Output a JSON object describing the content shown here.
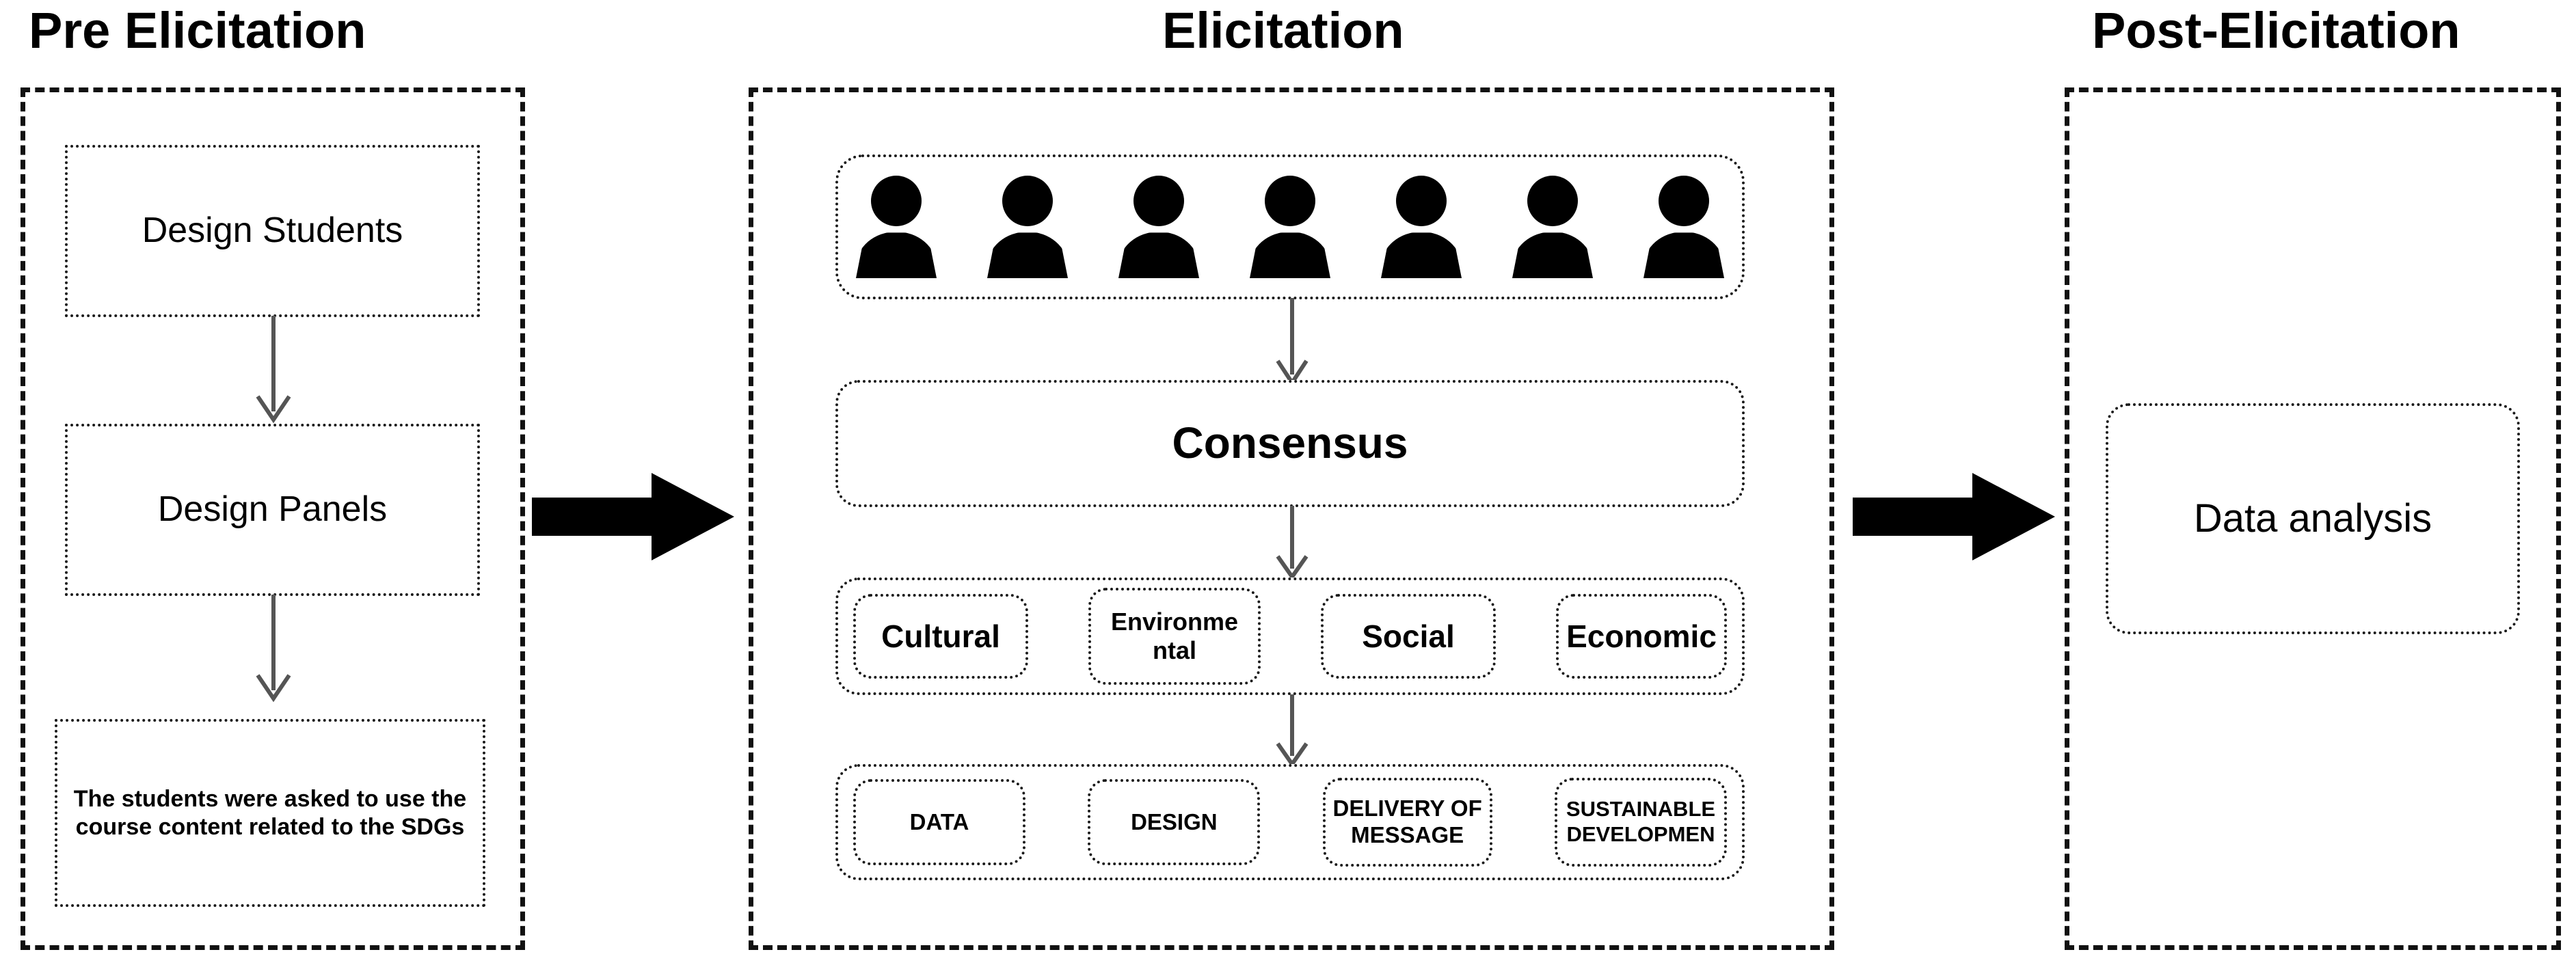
{
  "stages": [
    {
      "id": "pre-elicitation",
      "title": "Pre Elicitation",
      "boxes": [
        {
          "id": "design-students",
          "label": "Design Students"
        },
        {
          "id": "design-panels",
          "label": "Design Panels"
        },
        {
          "id": "course-content-note",
          "label": "The students were asked to use the course content related to the SDGs"
        }
      ]
    },
    {
      "id": "elicitation",
      "title": "Elicitation",
      "people": {
        "icon": "person-icon",
        "count": 7
      },
      "consensus": {
        "id": "consensus",
        "label": "Consensus"
      },
      "pillars": [
        {
          "id": "cultural",
          "label": "Cultural"
        },
        {
          "id": "environmental",
          "label": "Environme ntal"
        },
        {
          "id": "social",
          "label": "Social"
        },
        {
          "id": "economic",
          "label": "Economic"
        }
      ],
      "themes": [
        {
          "id": "data",
          "label": "DATA"
        },
        {
          "id": "design",
          "label": "DESIGN"
        },
        {
          "id": "delivery-of-message",
          "label": "DELIVERY OF MESSAGE"
        },
        {
          "id": "sustainable-development",
          "label": "SUSTAINABLE DEVELOPMEN"
        }
      ]
    },
    {
      "id": "post-elicitation",
      "title": "Post-Elicitation",
      "boxes": [
        {
          "id": "data-analysis",
          "label": "Data analysis"
        }
      ]
    }
  ],
  "flow": {
    "stage_arrow_icon": "block-arrow-right-icon",
    "step_arrow_icon": "arrow-down-icon"
  },
  "colors": {
    "ink": "#000000",
    "stroke": "#1a1a1a",
    "background": "#ffffff",
    "connector": "#555555"
  }
}
